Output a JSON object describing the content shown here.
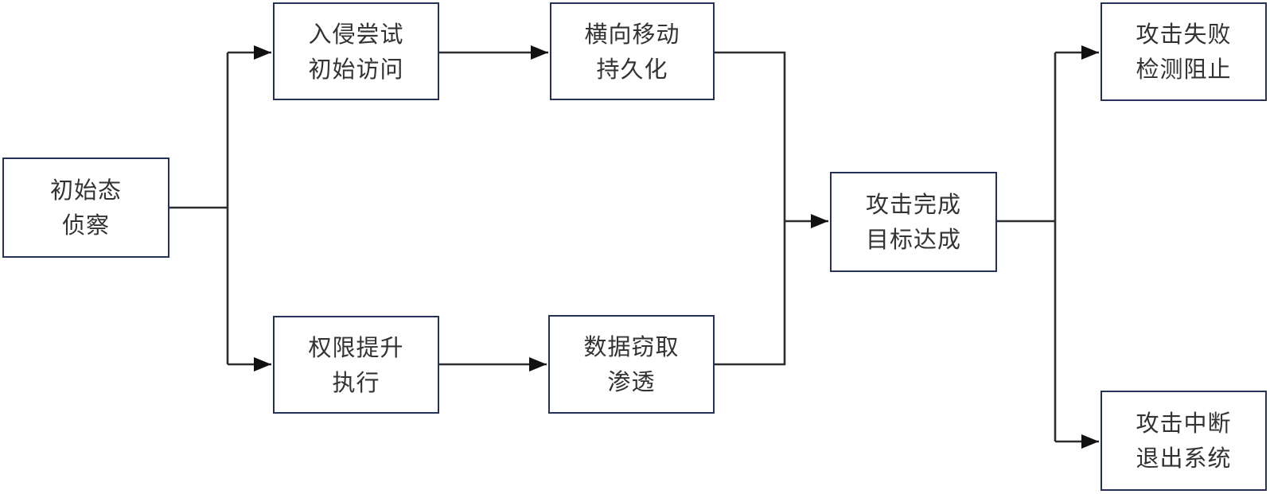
{
  "diagram": {
    "type": "flowchart",
    "direction": "left-to-right",
    "colors": {
      "background": "#ffffff",
      "node_border": "#263158",
      "node_fill": "#ffffff",
      "edge_line": "#2d2d2d",
      "arrowhead": "#111111",
      "text": "#333333"
    },
    "nodes": [
      {
        "id": "initial",
        "lines": [
          "初始态",
          "侦察"
        ]
      },
      {
        "id": "intrusion",
        "lines": [
          "入侵尝试",
          "初始访问"
        ]
      },
      {
        "id": "lateral",
        "lines": [
          "横向移动",
          "持久化"
        ]
      },
      {
        "id": "privilege",
        "lines": [
          "权限提升",
          "执行"
        ]
      },
      {
        "id": "exfiltration",
        "lines": [
          "数据窃取",
          "渗透"
        ]
      },
      {
        "id": "complete",
        "lines": [
          "攻击完成",
          "目标达成"
        ]
      },
      {
        "id": "failed",
        "lines": [
          "攻击失败",
          "检测阻止"
        ]
      },
      {
        "id": "aborted",
        "lines": [
          "攻击中断",
          "退出系统"
        ]
      }
    ],
    "edges": [
      {
        "from": "initial",
        "to": "intrusion"
      },
      {
        "from": "initial",
        "to": "privilege"
      },
      {
        "from": "intrusion",
        "to": "lateral"
      },
      {
        "from": "privilege",
        "to": "exfiltration"
      },
      {
        "from": "lateral",
        "to": "complete"
      },
      {
        "from": "exfiltration",
        "to": "complete"
      },
      {
        "from": "complete",
        "to": "failed"
      },
      {
        "from": "complete",
        "to": "aborted"
      }
    ]
  }
}
